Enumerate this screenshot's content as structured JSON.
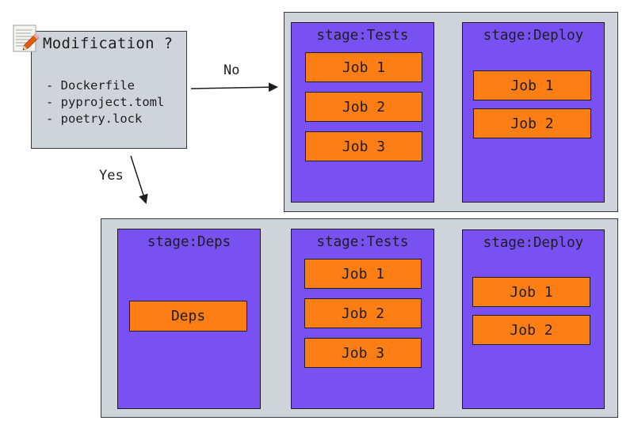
{
  "decision": {
    "title": "Modification ?",
    "files": [
      "- Dockerfile",
      "- pyproject.toml",
      "- poetry.lock"
    ],
    "icon": "notepad-pencil-icon"
  },
  "arrows": {
    "no_label": "No",
    "yes_label": "Yes"
  },
  "pipeline_no": {
    "stages": [
      {
        "title": "stage:Tests",
        "jobs": [
          "Job 1",
          "Job 2",
          "Job 3"
        ]
      },
      {
        "title": "stage:Deploy",
        "jobs": [
          "Job 1",
          "Job 2"
        ]
      }
    ]
  },
  "pipeline_yes": {
    "stages": [
      {
        "title": "stage:Deps",
        "jobs": [
          "Deps"
        ]
      },
      {
        "title": "stage:Tests",
        "jobs": [
          "Job 1",
          "Job 2",
          "Job 3"
        ]
      },
      {
        "title": "stage:Deploy",
        "jobs": [
          "Job 1",
          "Job 2"
        ]
      }
    ]
  },
  "colors": {
    "pipeline_bg": "#ced4da",
    "stage_bg": "#7950f2",
    "job_bg": "#fd7e14",
    "stroke": "#1e1e1e"
  }
}
